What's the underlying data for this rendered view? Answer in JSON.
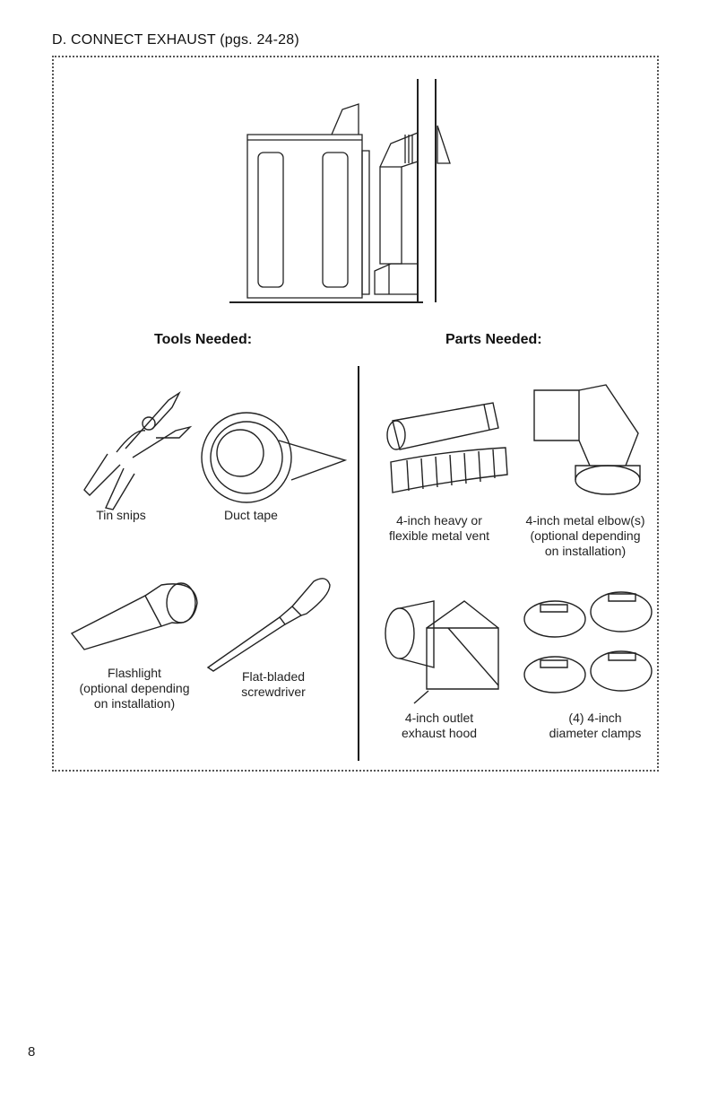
{
  "heading": "D. CONNECT EXHAUST (pgs. 24-28)",
  "tools_title": "Tools Needed:",
  "parts_title": "Parts Needed:",
  "tools": {
    "tin_snips": "Tin snips",
    "duct_tape": "Duct tape",
    "flashlight": [
      "Flashlight",
      "(optional depending",
      "on installation)"
    ],
    "screwdriver": [
      "Flat-bladed",
      "screwdriver"
    ]
  },
  "parts": {
    "vent": [
      "4-inch heavy or",
      "flexible metal vent"
    ],
    "elbow": [
      "4-inch metal elbow(s)",
      "(optional depending",
      "on installation)"
    ],
    "hood": [
      "4-inch outlet",
      "exhaust hood"
    ],
    "clamps": [
      "(4) 4-inch",
      "diameter clamps"
    ]
  },
  "page_number": "8",
  "icons": [
    "dryer-exhaust-diagram",
    "tin-snips-icon",
    "duct-tape-icon",
    "flashlight-icon",
    "screwdriver-icon",
    "vent-pipe-icon",
    "elbow-icon",
    "exhaust-hood-icon",
    "clamps-icon"
  ]
}
